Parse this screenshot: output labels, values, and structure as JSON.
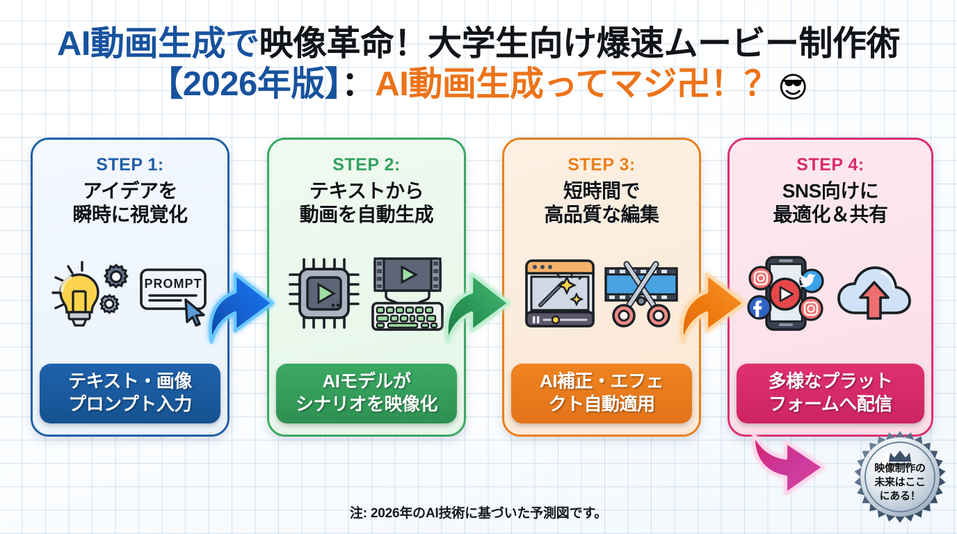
{
  "title": {
    "line1_blue": "AI動画生成で",
    "line1_black": "映像革命！大学生向け爆速ムービー制作術",
    "line2_blue": "【2026年版】",
    "line2_black": "：",
    "line2_orange": "AI動画生成ってマジ卍！？",
    "line2_emoji": "😎"
  },
  "steps": [
    {
      "step_label": "STEP 1:",
      "headline_l1": "アイデアを",
      "headline_l2": "瞬時に視覚化",
      "footer_l1": "テキスト・画像",
      "footer_l2": "プロンプト入力",
      "accent": "#1f5fa8",
      "icons": [
        "lightbulb-gears-icon",
        "prompt-box-cursor-icon"
      ],
      "prompt_text": "PROMPT"
    },
    {
      "step_label": "STEP 2:",
      "headline_l1": "テキストから",
      "headline_l2": "動画を自動生成",
      "footer_l1": "AIモデルが",
      "footer_l2": "シナリオを映像化",
      "accent": "#33a15f",
      "icons": [
        "ai-chip-play-icon",
        "filmstrip-keyboard-icon"
      ]
    },
    {
      "step_label": "STEP 3:",
      "headline_l1": "短時間で",
      "headline_l2": "高品質な編集",
      "footer_l1": "AI補正・エフェ",
      "footer_l2": "クト自動適用",
      "accent": "#e8801c",
      "icons": [
        "video-editor-magicwand-icon",
        "filmstrip-scissors-icon"
      ]
    },
    {
      "step_label": "STEP 4:",
      "headline_l1": "SNS向けに",
      "headline_l2": "最適化＆共有",
      "footer_l1": "多様なプラット",
      "footer_l2": "フォームへ配信",
      "accent": "#d92b6c",
      "icons": [
        "phone-social-icons-icon",
        "cloud-upload-icon"
      ]
    }
  ],
  "arrows": [
    {
      "name": "arrow-step1-to-step2",
      "color": "#1f62c4"
    },
    {
      "name": "arrow-step2-to-step3",
      "color": "#2f9e5d"
    },
    {
      "name": "arrow-step3-to-step4",
      "color": "#ef7f12"
    },
    {
      "name": "arrow-step4-to-seal",
      "color": "#d92b72"
    }
  ],
  "seal": {
    "line1": "映像制作の",
    "line2": "未来はここ",
    "line3": "にある！",
    "icon": "crown-icon"
  },
  "footnote": "注: 2026年のAI技術に基づいた予測図です。",
  "colors": {
    "blue": "#17529e",
    "green": "#33a15f",
    "orange": "#ec7319",
    "pink": "#d92b6c",
    "black": "#111418",
    "grid": "#96b9dc"
  }
}
